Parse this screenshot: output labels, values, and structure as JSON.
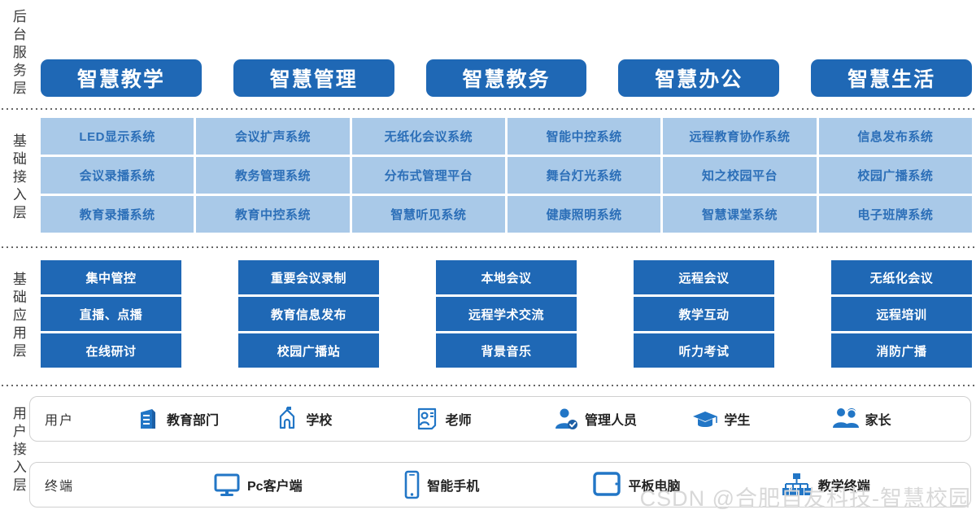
{
  "layers": [
    {
      "id": "backend-service",
      "label": "后台服务层"
    },
    {
      "id": "basic-access",
      "label": "基础接入层"
    },
    {
      "id": "basic-application",
      "label": "基础应用层"
    },
    {
      "id": "user-access",
      "label": "用户接入层"
    }
  ],
  "top_buttons": [
    {
      "label": "智慧教学"
    },
    {
      "label": "智慧管理"
    },
    {
      "label": "智慧教务"
    },
    {
      "label": "智慧办公"
    },
    {
      "label": "智慧生活"
    }
  ],
  "access_grid": {
    "rows": [
      [
        "LED显示系统",
        "会议扩声系统",
        "无纸化会议系统",
        "智能中控系统",
        "远程教育协作系统",
        "信息发布系统"
      ],
      [
        "会议录播系统",
        "教务管理系统",
        "分布式管理平台",
        "舞台灯光系统",
        "知之校园平台",
        "校园广播系统"
      ],
      [
        "教育录播系统",
        "教育中控系统",
        "智慧听见系统",
        "健康照明系统",
        "智慧课堂系统",
        "电子班牌系统"
      ]
    ]
  },
  "application_grid": {
    "rows": [
      [
        "集中管控",
        "重要会议录制",
        "本地会议",
        "远程会议",
        "无纸化会议"
      ],
      [
        "直播、点播",
        "教育信息发布",
        "远程学术交流",
        "教学互动",
        "远程培训"
      ],
      [
        "在线研讨",
        "校园广播站",
        "背景音乐",
        "听力考试",
        "消防广播"
      ]
    ]
  },
  "user_bar": {
    "title": "用户",
    "items": [
      {
        "label": "教育部门",
        "icon": "building-icon"
      },
      {
        "label": "学校",
        "icon": "school-icon"
      },
      {
        "label": "老师",
        "icon": "teacher-badge-icon"
      },
      {
        "label": "管理人员",
        "icon": "admin-check-icon"
      },
      {
        "label": "学生",
        "icon": "graduation-cap-icon"
      },
      {
        "label": "家长",
        "icon": "parents-icon"
      }
    ]
  },
  "terminal_bar": {
    "title": "终端",
    "items": [
      {
        "label": "Pc客户端",
        "icon": "monitor-icon"
      },
      {
        "label": "智能手机",
        "icon": "smartphone-icon"
      },
      {
        "label": "平板电脑",
        "icon": "tablet-icon"
      },
      {
        "label": "教学终端",
        "icon": "network-terminal-icon"
      }
    ]
  },
  "watermark": {
    "text": "CSDN @合肥自友科技-智慧校园"
  },
  "colors": {
    "primary_blue": "#1F68B5",
    "light_blue": "#a9c9e8",
    "light_blue_text": "#2c6fb8",
    "icon_blue": "#2276c6",
    "watermark_gray": "#d8d8d8"
  }
}
